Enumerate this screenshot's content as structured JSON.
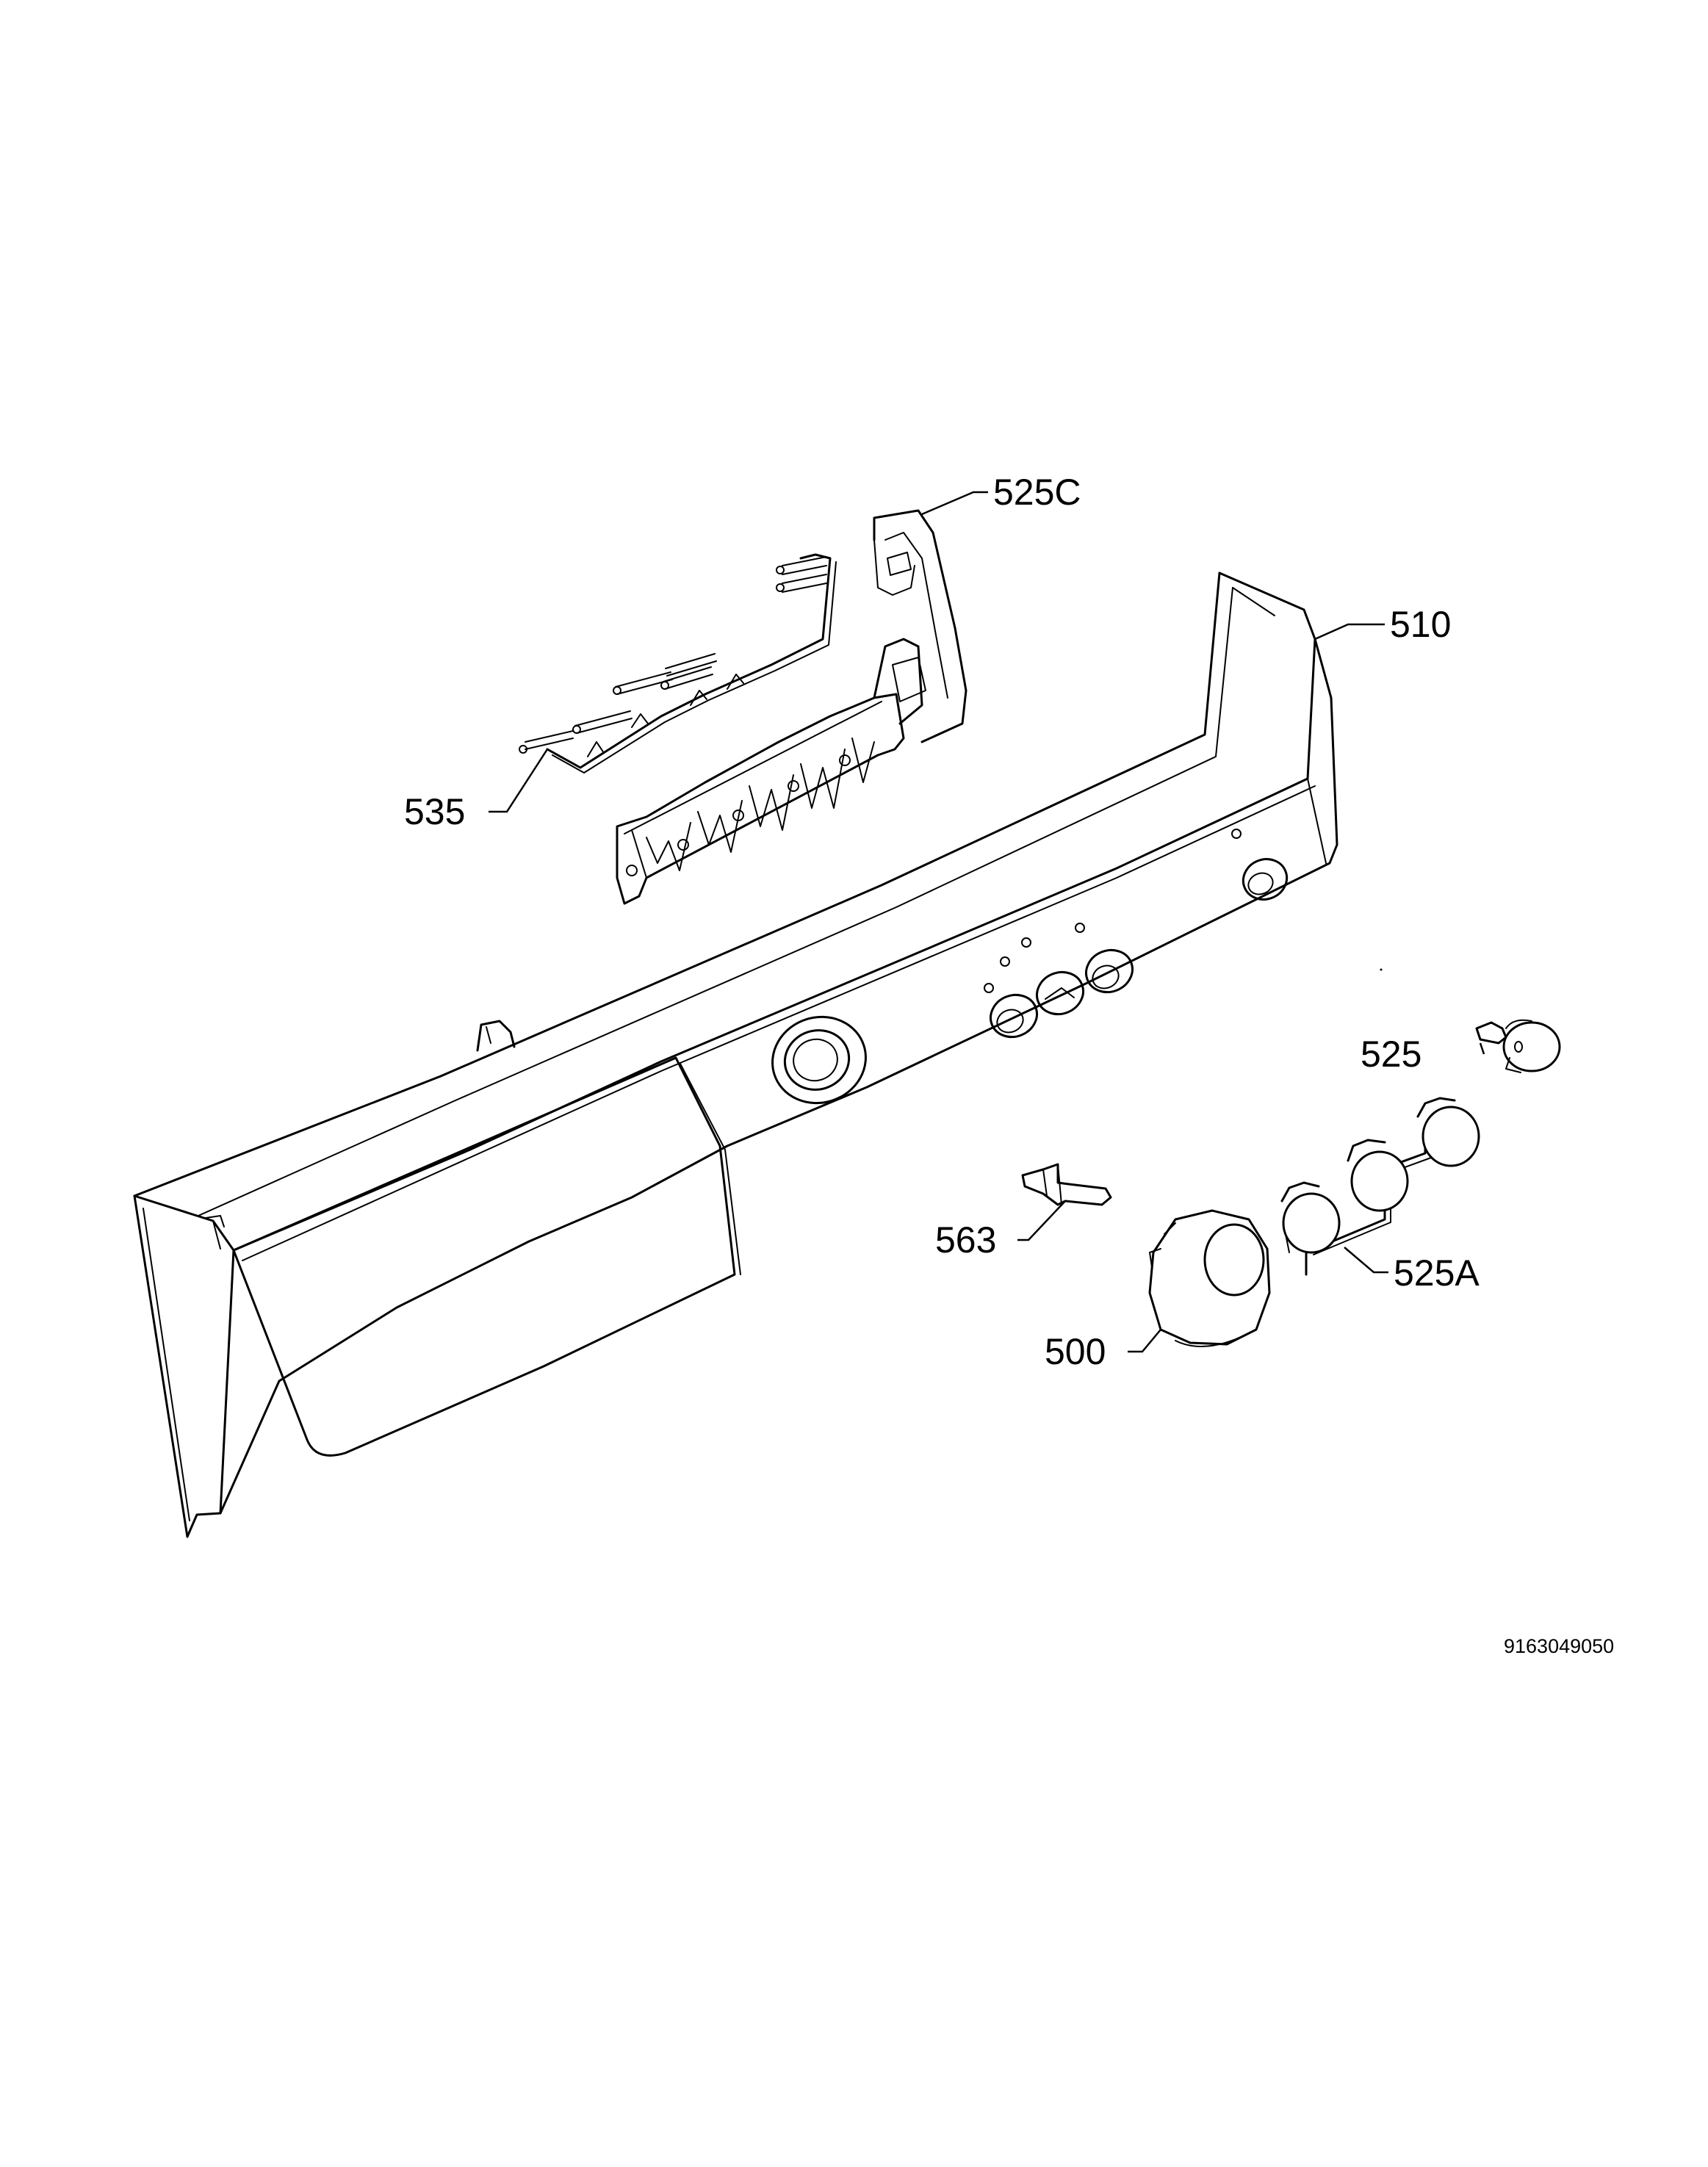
{
  "diagram": {
    "part_labels": {
      "p525C": "525C",
      "p510": "510",
      "p535": "535",
      "p525": "525",
      "p563": "563",
      "p525A": "525A",
      "p500": "500"
    },
    "drawing_number": "9163049050"
  }
}
